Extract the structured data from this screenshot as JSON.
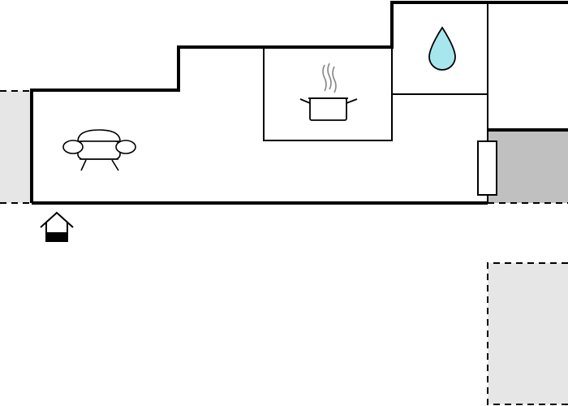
{
  "floorplan": {
    "areas": [
      {
        "id": "outdoor-left",
        "kind": "outdoor"
      },
      {
        "id": "outdoor-bottom-right",
        "kind": "outdoor"
      },
      {
        "id": "adjacent-room",
        "kind": "neighbouring"
      },
      {
        "id": "living-area",
        "kind": "room"
      },
      {
        "id": "kitchen",
        "kind": "room"
      },
      {
        "id": "bathroom",
        "kind": "room"
      }
    ],
    "icons": [
      {
        "name": "sofa-icon",
        "room": "living-area"
      },
      {
        "name": "cooking-pot-icon",
        "room": "kitchen"
      },
      {
        "name": "water-drop-icon",
        "room": "bathroom"
      },
      {
        "name": "entrance-icon",
        "room": "living-area"
      },
      {
        "name": "radiator-icon",
        "room": "living-area"
      }
    ],
    "colors": {
      "wall": "#000000",
      "outdoor_fill": "#e6e6e6",
      "adjacent_fill": "#c0c0c0",
      "water": "#a8e6ee",
      "icon_stroke": "#000000",
      "steam": "#888888"
    }
  }
}
